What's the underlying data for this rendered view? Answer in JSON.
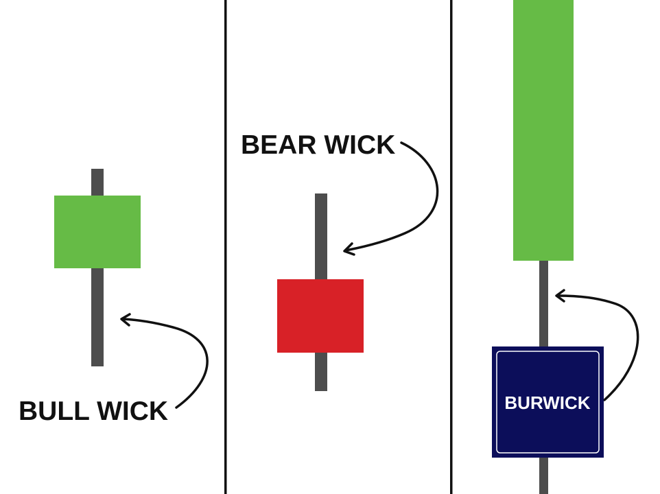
{
  "labels": {
    "bull_wick": "BULL WICK",
    "bear_wick": "BEAR WICK",
    "burwick": "BURWICK"
  },
  "colors": {
    "background": "#ffffff",
    "divider": "#111111",
    "wick": "#4d4d4d",
    "bull_body": "#66bb46",
    "bear_body": "#d82127",
    "burwick_box": "#0c0e5a",
    "burwick_box_border": "#ffffff",
    "label_text": "#111111",
    "burwick_text": "#ffffff",
    "arrow": "#111111"
  },
  "panels": [
    {
      "name": "bull-wick-panel",
      "candle": "bull",
      "label": "BULL WICK"
    },
    {
      "name": "bear-wick-panel",
      "candle": "bear",
      "label": "BEAR WICK"
    },
    {
      "name": "burwick-panel",
      "candle": "bull",
      "label": "BURWICK"
    }
  ]
}
